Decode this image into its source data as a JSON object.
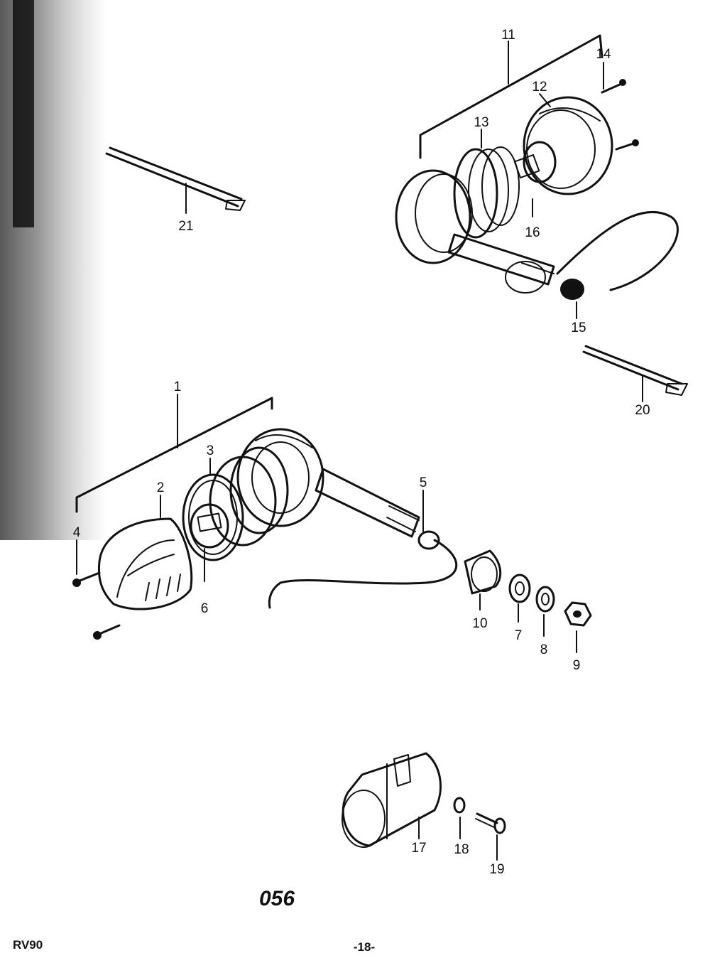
{
  "callouts": [
    "1",
    "2",
    "3",
    "4",
    "5",
    "6",
    "7",
    "8",
    "9",
    "10",
    "11",
    "12",
    "13",
    "14",
    "15",
    "16",
    "17",
    "18",
    "19",
    "20",
    "21"
  ],
  "diagram_code": "056",
  "model": "RV90",
  "page_number": "-18-",
  "colors": {
    "ink": "#111111",
    "paper": "#ffffff"
  }
}
